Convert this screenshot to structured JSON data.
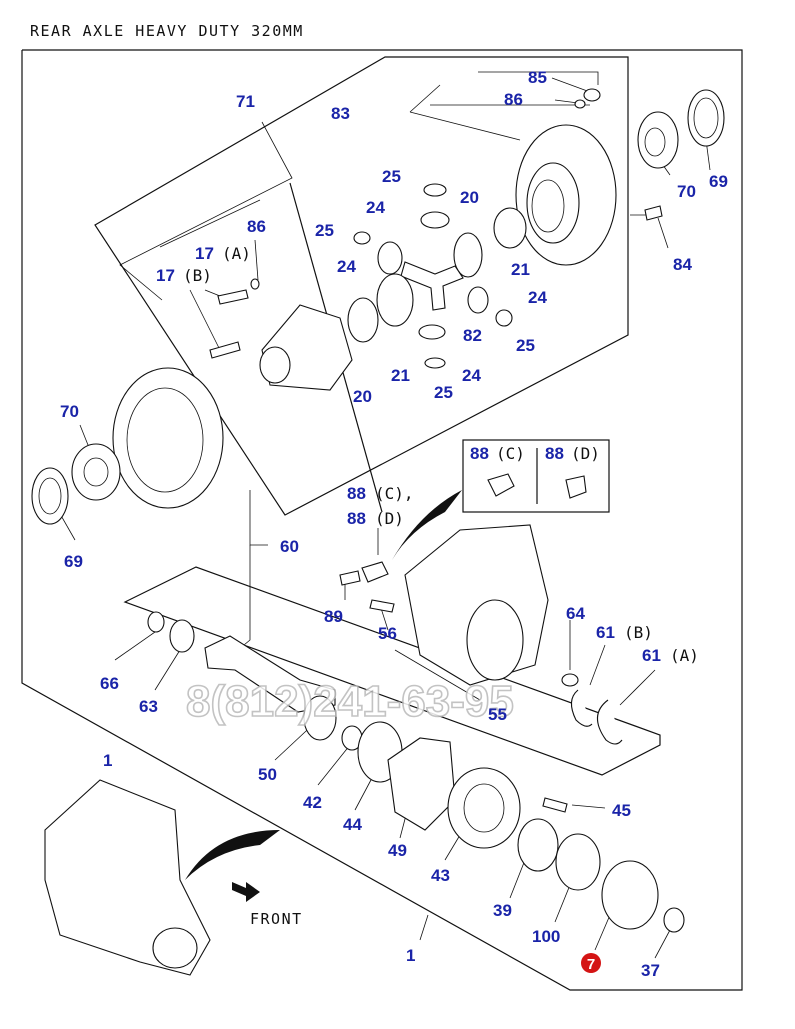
{
  "title": "REAR AXLE HEAVY DUTY 320MM",
  "watermark": "8(812)241-63-95",
  "front_label": "FRONT",
  "badge": "7",
  "colors": {
    "label": "#1a24a8",
    "badge": "#d41414",
    "line": "#111111"
  },
  "labels": [
    {
      "id": "85",
      "text": "85"
    },
    {
      "id": "86a",
      "text": "86"
    },
    {
      "id": "71",
      "text": "71"
    },
    {
      "id": "83",
      "text": "83"
    },
    {
      "id": "69a",
      "text": "69"
    },
    {
      "id": "70a",
      "text": "70"
    },
    {
      "id": "84",
      "text": "84"
    },
    {
      "id": "25a",
      "text": "25"
    },
    {
      "id": "20a",
      "text": "20"
    },
    {
      "id": "24a",
      "text": "24"
    },
    {
      "id": "25b",
      "text": "25"
    },
    {
      "id": "86b",
      "text": "86"
    },
    {
      "id": "17a",
      "text": "17"
    },
    {
      "id": "17b",
      "text": "17"
    },
    {
      "id": "24b",
      "text": "24"
    },
    {
      "id": "21a",
      "text": "21"
    },
    {
      "id": "24c",
      "text": "24"
    },
    {
      "id": "82",
      "text": "82"
    },
    {
      "id": "25c",
      "text": "25"
    },
    {
      "id": "21b",
      "text": "21"
    },
    {
      "id": "24d",
      "text": "24"
    },
    {
      "id": "20b",
      "text": "20"
    },
    {
      "id": "25d",
      "text": "25"
    },
    {
      "id": "70b",
      "text": "70"
    },
    {
      "id": "69b",
      "text": "69"
    },
    {
      "id": "60",
      "text": "60"
    },
    {
      "id": "88a",
      "text": "88"
    },
    {
      "id": "88b",
      "text": "88"
    },
    {
      "id": "88c",
      "text": "88"
    },
    {
      "id": "88d",
      "text": "88"
    },
    {
      "id": "89",
      "text": "89"
    },
    {
      "id": "56",
      "text": "56"
    },
    {
      "id": "64",
      "text": "64"
    },
    {
      "id": "61a",
      "text": "61"
    },
    {
      "id": "61b",
      "text": "61"
    },
    {
      "id": "66",
      "text": "66"
    },
    {
      "id": "63",
      "text": "63"
    },
    {
      "id": "55",
      "text": "55"
    },
    {
      "id": "50",
      "text": "50"
    },
    {
      "id": "42",
      "text": "42"
    },
    {
      "id": "44",
      "text": "44"
    },
    {
      "id": "49",
      "text": "49"
    },
    {
      "id": "1a",
      "text": "1"
    },
    {
      "id": "43",
      "text": "43"
    },
    {
      "id": "45",
      "text": "45"
    },
    {
      "id": "39",
      "text": "39"
    },
    {
      "id": "100",
      "text": "100"
    },
    {
      "id": "37",
      "text": "37"
    },
    {
      "id": "1b",
      "text": "1"
    }
  ],
  "suffixes": [
    {
      "id": "sA1",
      "text": "(A)"
    },
    {
      "id": "sB1",
      "text": "(B)"
    },
    {
      "id": "sC1",
      "text": "(C)"
    },
    {
      "id": "sD1",
      "text": "(D)"
    },
    {
      "id": "sC2",
      "text": "(C),"
    },
    {
      "id": "sD2",
      "text": "(D)"
    },
    {
      "id": "sB2",
      "text": "(B)"
    },
    {
      "id": "sA2",
      "text": "(A)"
    }
  ]
}
